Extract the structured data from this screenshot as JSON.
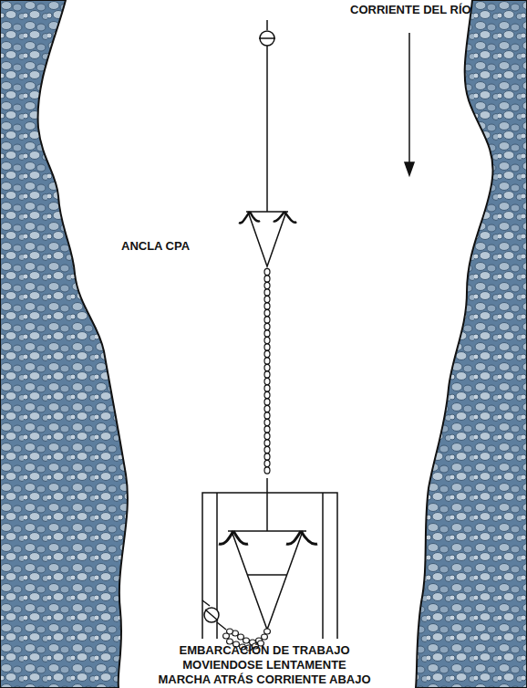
{
  "diagram": {
    "labels": [
      "CORRIENTE DEL RÍO",
      "ANCLA CPA",
      "EMBARCACIÓN DE TRABAJO",
      "MOVIENDOSE LENTAMENTE",
      "MARCHA ATRÁS CORRIENTE ABAJO"
    ]
  }
}
